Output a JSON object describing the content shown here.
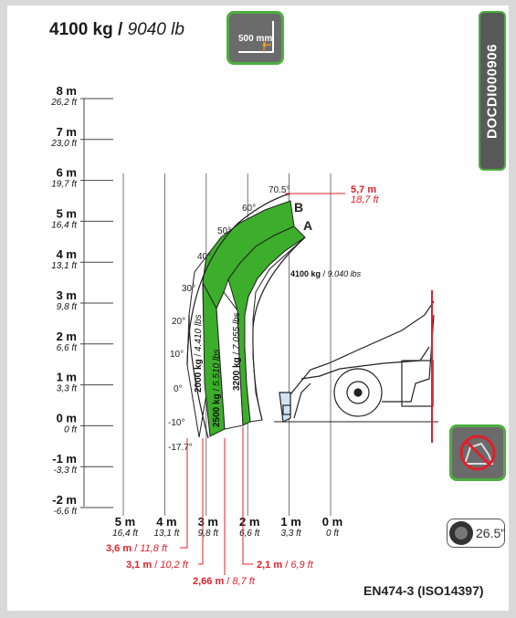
{
  "header": {
    "capacity_metric": "4100 kg",
    "separator": "/",
    "capacity_imperial": "9040 lb"
  },
  "fork_badge": {
    "label": "500 mm",
    "icon": "fork-load-center-icon"
  },
  "doc_id": "DOCDI000906",
  "height_axis": [
    {
      "m": "8 m",
      "ft": "26,2 ft"
    },
    {
      "m": "7 m",
      "ft": "23,0 ft"
    },
    {
      "m": "6 m",
      "ft": "19,7 ft"
    },
    {
      "m": "5 m",
      "ft": "16,4 ft"
    },
    {
      "m": "4 m",
      "ft": "13,1 ft"
    },
    {
      "m": "3 m",
      "ft": "9,8 ft"
    },
    {
      "m": "2 m",
      "ft": "6,6 ft"
    },
    {
      "m": "1 m",
      "ft": "3,3 ft"
    },
    {
      "m": "0 m",
      "ft": "0 ft"
    },
    {
      "m": "-1 m",
      "ft": "-3,3 ft"
    },
    {
      "m": "-2 m",
      "ft": "-6,6 ft"
    }
  ],
  "reach_axis": [
    {
      "m": "5 m",
      "ft": "16,4 ft"
    },
    {
      "m": "4 m",
      "ft": "13,1 ft"
    },
    {
      "m": "3 m",
      "ft": "9,8 ft"
    },
    {
      "m": "2 m",
      "ft": "6,6 ft"
    },
    {
      "m": "1 m",
      "ft": "3,3 ft"
    },
    {
      "m": "0 m",
      "ft": "0 ft"
    }
  ],
  "angles": [
    "70.5°",
    "60°",
    "50°",
    "40°",
    "30°",
    "20°",
    "10°",
    "0°",
    "-10°",
    "-17.7°"
  ],
  "zones": [
    {
      "kg": "2000 kg",
      "lbs": "4.410 lbs"
    },
    {
      "kg": "2500 kg",
      "lbs": "5.510 lbs"
    },
    {
      "kg": "3200 kg",
      "lbs": "7.055 lbs"
    }
  ],
  "zone_top": {
    "kg": "4100 kg",
    "sep": "/",
    "lbs": "9.040 lbs"
  },
  "boom_labels": {
    "b": "B",
    "a": "A"
  },
  "max_height": {
    "m": "5,7 m",
    "ft": "18,7 ft"
  },
  "reach_callouts": [
    {
      "m": "3,6 m",
      "ft": "11,8 ft"
    },
    {
      "m": "3,1 m",
      "ft": "10,2 ft"
    },
    {
      "m": "2,66 m",
      "ft": "8,7 ft"
    },
    {
      "m": "2,1 m",
      "ft": "6,9 ft"
    }
  ],
  "tyre": {
    "value": "26.5\"",
    "icon": "tyre-icon"
  },
  "no_road_icon": "no-road-travel-icon",
  "standard": "EN474-3 (ISO14397)",
  "colors": {
    "green": "#3dae2b",
    "red": "#e0202a",
    "badge_gray": "#6b6b6b",
    "badge_border": "#4caf3f"
  }
}
